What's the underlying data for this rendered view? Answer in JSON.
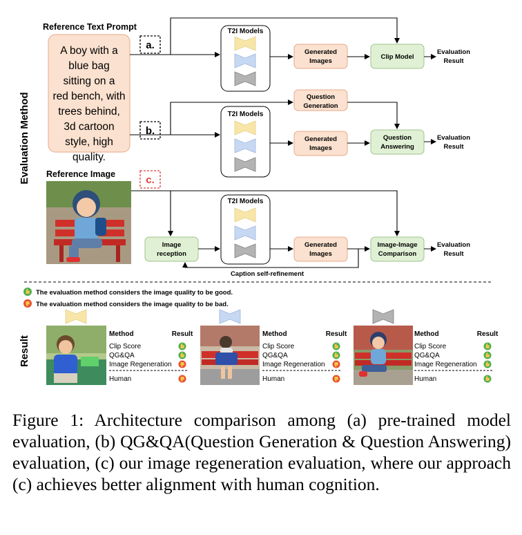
{
  "figure": {
    "side_label": "Evaluation Method",
    "result_label": "Result",
    "prompt_title": "Reference Text Prompt",
    "prompt_text": "A boy with a blue bag sitting on a red bench, with trees behind, 3d cartoon style, high quality.",
    "ref_image_title": "Reference Image",
    "tags": {
      "a": "a.",
      "b": "b.",
      "c": "c."
    },
    "t2i_label": "T2I Models",
    "generated_images": "Generated Images",
    "clip_model": "Clip Model",
    "question_generation": "Question Generation",
    "question_answering": "Question Answering",
    "image_reception": "Image reception",
    "image_comparison": "Image-Image Comparison",
    "evaluation_result": "Evaluation Result",
    "caption_refinement": "Caption self-refinement",
    "legend_good": "The evaluation method considers the image quality to be good.",
    "legend_bad": "The evaluation method considers the image quality to be bad.",
    "table_headers": {
      "method": "Method",
      "result": "Result"
    },
    "methods": [
      "Clip Score",
      "QG&QA",
      "Image Regeneration",
      "Human"
    ],
    "results": [
      [
        "good",
        "good",
        "bad",
        "bad"
      ],
      [
        "good",
        "good",
        "bad",
        "bad"
      ],
      [
        "good",
        "good",
        "good",
        "good"
      ]
    ],
    "colors": {
      "model_yellow": "#f8e6a8",
      "model_blue": "#c7d8f2",
      "model_gray": "#b3b3b3",
      "orange_box": "#fbe1cf",
      "green_box": "#e0f0d5",
      "good": "#4caf50",
      "bad": "#e8502f",
      "tag_red": "#e23c3c"
    }
  },
  "caption": "Figure 1: Architecture comparison among (a) pre-trained model evaluation, (b) QG&QA(Question Generation & Question Answering) evaluation, (c) our image regeneration evaluation, where our approach (c) achieves better alignment with human cognition."
}
